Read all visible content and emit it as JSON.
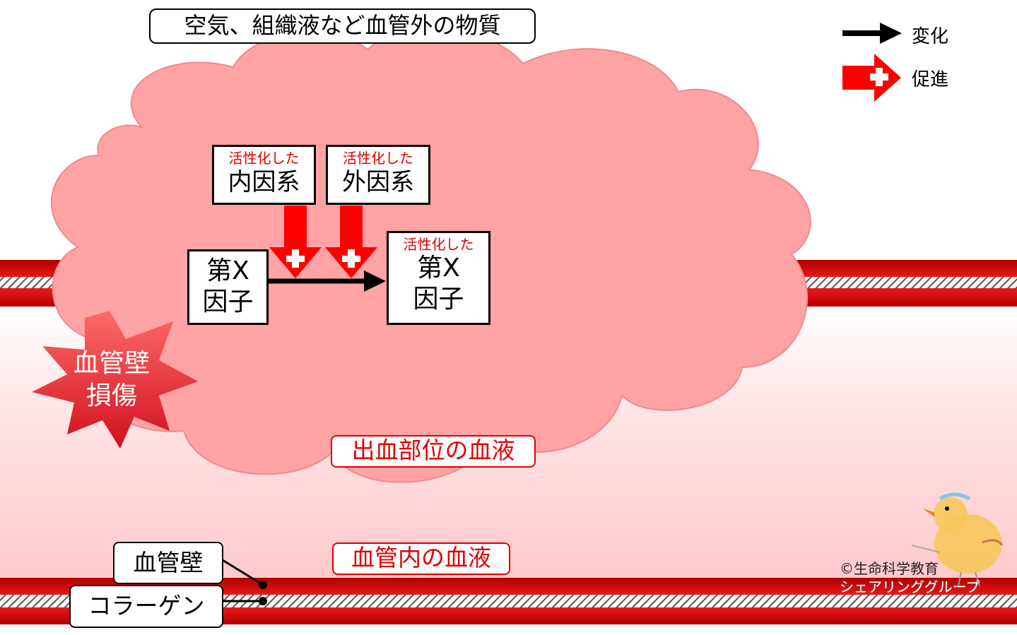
{
  "title_label": "空気、組織液など血管外の物質",
  "legend": {
    "change": "変化",
    "promote": "促進"
  },
  "intrinsic": {
    "prefix": "活性化した",
    "name": "内因系"
  },
  "extrinsic": {
    "prefix": "活性化した",
    "name": "外因系"
  },
  "factor_x": {
    "line1": "第X",
    "line2": "因子"
  },
  "factor_x_active": {
    "prefix": "活性化した",
    "line1": "第X",
    "line2": "因子"
  },
  "injury": {
    "line1": "血管壁",
    "line2": "損傷"
  },
  "blood_bleeding": "出血部位の血液",
  "blood_inside": "血管内の血液",
  "wall_label": "血管壁",
  "collagen_label": "コラーゲン",
  "copyright": {
    "line1": "©生命科学教育",
    "line2": "シェアリンググループ"
  },
  "colors": {
    "cloud": "#ffa3a5",
    "vessel_red": "#e00000",
    "blood_pink": "#ffd3d5"
  }
}
